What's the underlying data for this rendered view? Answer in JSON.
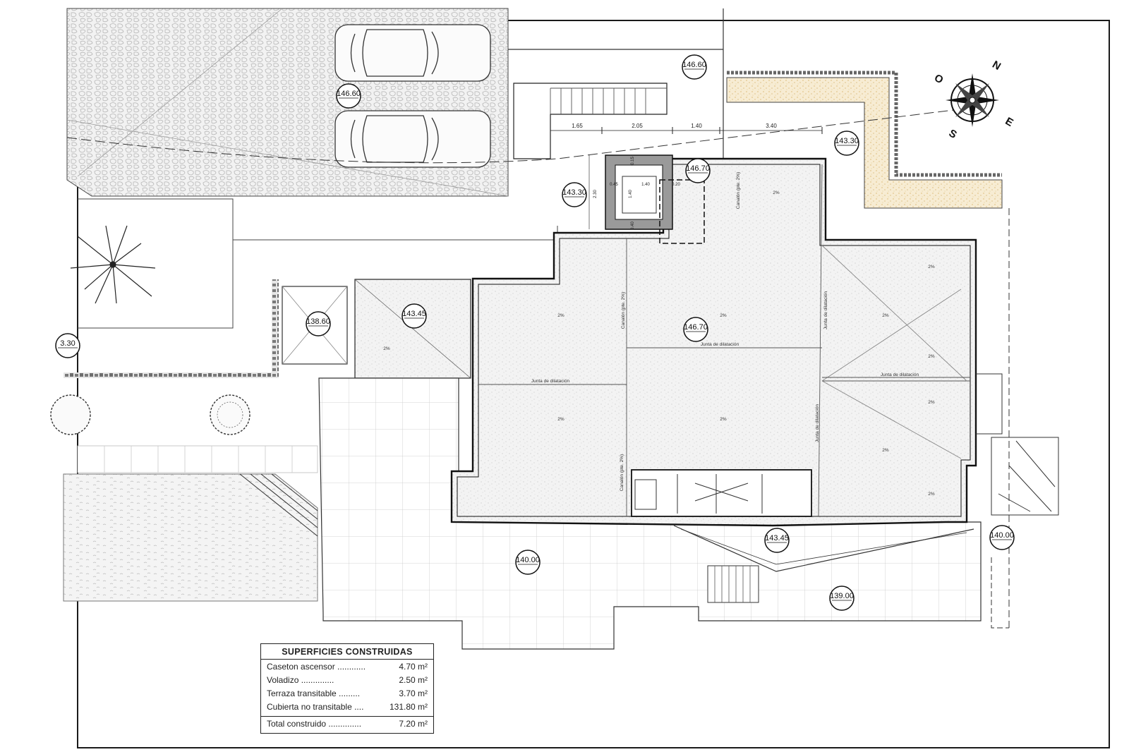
{
  "elevations": [
    {
      "id": "parking-top",
      "value": "146.60"
    },
    {
      "id": "parking-mid",
      "value": "146.60"
    },
    {
      "id": "stair-landing",
      "value": "143.30"
    },
    {
      "id": "elevator-roof",
      "value": "146.70"
    },
    {
      "id": "right-terrace",
      "value": "143.30"
    },
    {
      "id": "small-terrace",
      "value": "143.45"
    },
    {
      "id": "patio",
      "value": "138.60"
    },
    {
      "id": "left-edge",
      "value": "3.30"
    },
    {
      "id": "main-roof",
      "value": "146.70"
    },
    {
      "id": "front-path",
      "value": "143.45"
    },
    {
      "id": "terrace-left",
      "value": "140.00"
    },
    {
      "id": "terrace-right",
      "value": "140.00"
    },
    {
      "id": "garden-lower",
      "value": "139.00"
    }
  ],
  "dimensions": {
    "top_chain": [
      "1.65",
      "2.05",
      "1.40",
      "3.40"
    ],
    "elevator_width": "1.40",
    "elevator_height": "2.30",
    "elevator_offset_left": "0.45",
    "elevator_offset_right": "0.20",
    "elevator_inner": "1.40",
    "elevator_small_top": "0.15",
    "elevator_small_bottom": "0.40"
  },
  "roof_labels": {
    "slope": "2%",
    "expansion_joint": "Junta de dilatación",
    "gutter": "Canalón (pte. 2%)"
  },
  "compass": {
    "north": "N",
    "east": "E",
    "south": "S",
    "west": "O"
  },
  "legend": {
    "title": "SUPERFICIES CONSTRUIDAS",
    "rows": [
      {
        "name": "Caseton ascensor ............",
        "value": "4.70 m²"
      },
      {
        "name": "Voladizo ..............",
        "value": "2.50 m²"
      },
      {
        "name": "Terraza transitable .........",
        "value": "3.70 m²"
      },
      {
        "name": "Cubierta no transitable ....",
        "value": "131.80 m²"
      }
    ],
    "total": {
      "name": "Total construido ..............",
      "value": "7.20 m²"
    }
  },
  "colors": {
    "line": "#1a1a1a",
    "gravel": "#e8c98a",
    "elevator_wall": "#9a9a9a",
    "roof_fill": "#f1f1f1"
  }
}
